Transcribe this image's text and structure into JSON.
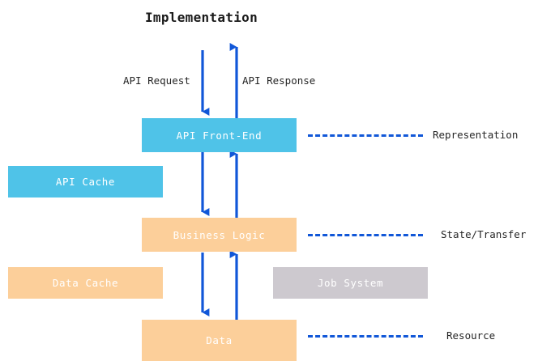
{
  "title": "Implementation",
  "colors": {
    "cyan": "#4fc3e8",
    "peach": "#fccf9a",
    "gray": "#cdc9cf",
    "arrow_blue": "#1157d8",
    "text_dark": "#262626",
    "box_text": "#ffffff",
    "background": "#ffffff"
  },
  "boxes": [
    {
      "id": "api-front-end",
      "label": "API Front-End",
      "color": "cyan"
    },
    {
      "id": "api-cache",
      "label": "API Cache",
      "color": "cyan"
    },
    {
      "id": "business-logic",
      "label": "Business Logic",
      "color": "peach"
    },
    {
      "id": "data-cache",
      "label": "Data Cache",
      "color": "peach"
    },
    {
      "id": "job-system",
      "label": "Job System",
      "color": "gray"
    },
    {
      "id": "data",
      "label": "Data",
      "color": "peach"
    }
  ],
  "edge_labels": [
    {
      "id": "api-request",
      "label": "API Request"
    },
    {
      "id": "api-response",
      "label": "API Response"
    }
  ],
  "side_labels": [
    {
      "id": "representation",
      "label": "Representation"
    },
    {
      "id": "state-transfer",
      "label": "State/Transfer"
    },
    {
      "id": "resource",
      "label": "Resource"
    }
  ]
}
